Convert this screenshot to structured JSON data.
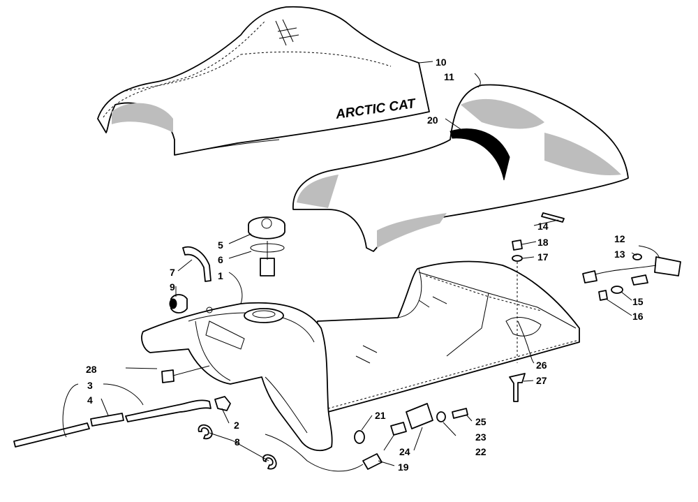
{
  "diagram": {
    "brand_text": "ARCTIC CAT",
    "callouts": [
      "1",
      "2",
      "3",
      "4",
      "5",
      "6",
      "7",
      "8",
      "9",
      "10",
      "11",
      "12",
      "13",
      "14",
      "15",
      "16",
      "17",
      "18",
      "19",
      "20",
      "21",
      "22",
      "23",
      "24",
      "25",
      "26",
      "27",
      "28"
    ]
  }
}
